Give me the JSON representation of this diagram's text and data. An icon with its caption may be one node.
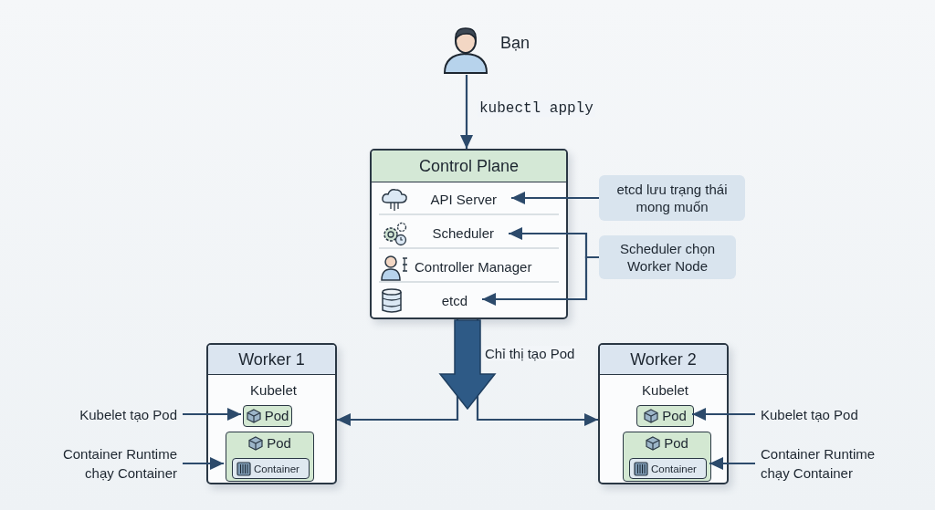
{
  "diagram": {
    "nodes": [
      {
        "text": [
          "Bạn"
        ]
      },
      {
        "text": [
          "Control Plane"
        ]
      },
      {
        "text": [
          "API Server"
        ],
        "in": 1
      },
      {
        "text": [
          "Scheduler"
        ],
        "in": 1
      },
      {
        "text": [
          "Controller Manager"
        ],
        "in": 1
      },
      {
        "text": [
          "etcd"
        ],
        "in": 1
      },
      {
        "text": [
          "etcd lưu trạng thái mong muốn"
        ]
      },
      {
        "text": [
          "Scheduler chọn Worker Node"
        ]
      },
      {
        "text": [
          "Worker 1"
        ]
      },
      {
        "text": [
          "Kubelet"
        ],
        "in": 8
      },
      {
        "text": [
          "Pod"
        ],
        "in": 8
      },
      {
        "text": [
          "Pod"
        ],
        "in": 8
      },
      {
        "text": [
          "Container"
        ],
        "in": 11
      },
      {
        "text": [
          "Worker 2"
        ]
      },
      {
        "text": [
          "Kubelet"
        ],
        "in": 13
      },
      {
        "text": [
          "Pod"
        ],
        "in": 13
      },
      {
        "text": [
          "Pod"
        ],
        "in": 13
      },
      {
        "text": [
          "Container"
        ],
        "in": 16
      },
      {
        "text": [
          "Kubelet tạo Pod"
        ]
      },
      {
        "text": [
          "Container Runtime chạy Container"
        ]
      },
      {
        "text": [
          "Kubelet tạo Pod"
        ]
      },
      {
        "text": [
          "Container Runtime chạy Container"
        ]
      }
    ],
    "edges": [
      {
        "from": 0,
        "to": 1,
        "arrow": "to",
        "label": "kubectl apply"
      },
      {
        "from": 6,
        "to": 2,
        "arrow": "to"
      },
      {
        "from": 7,
        "to": 3,
        "arrow": "to"
      },
      {
        "from": 7,
        "to": 5,
        "arrow": "to"
      },
      {
        "from": 1,
        "to": 8,
        "arrow": "to"
      },
      {
        "from": 1,
        "to": 13,
        "arrow": "to",
        "label": "Chỉ thị tạo Pod"
      },
      {
        "from": 18,
        "to": 10,
        "arrow": "to"
      },
      {
        "from": 19,
        "to": 11,
        "arrow": "to"
      },
      {
        "from": 20,
        "to": 15,
        "arrow": "to"
      },
      {
        "from": 21,
        "to": 16,
        "arrow": "to"
      }
    ]
  }
}
